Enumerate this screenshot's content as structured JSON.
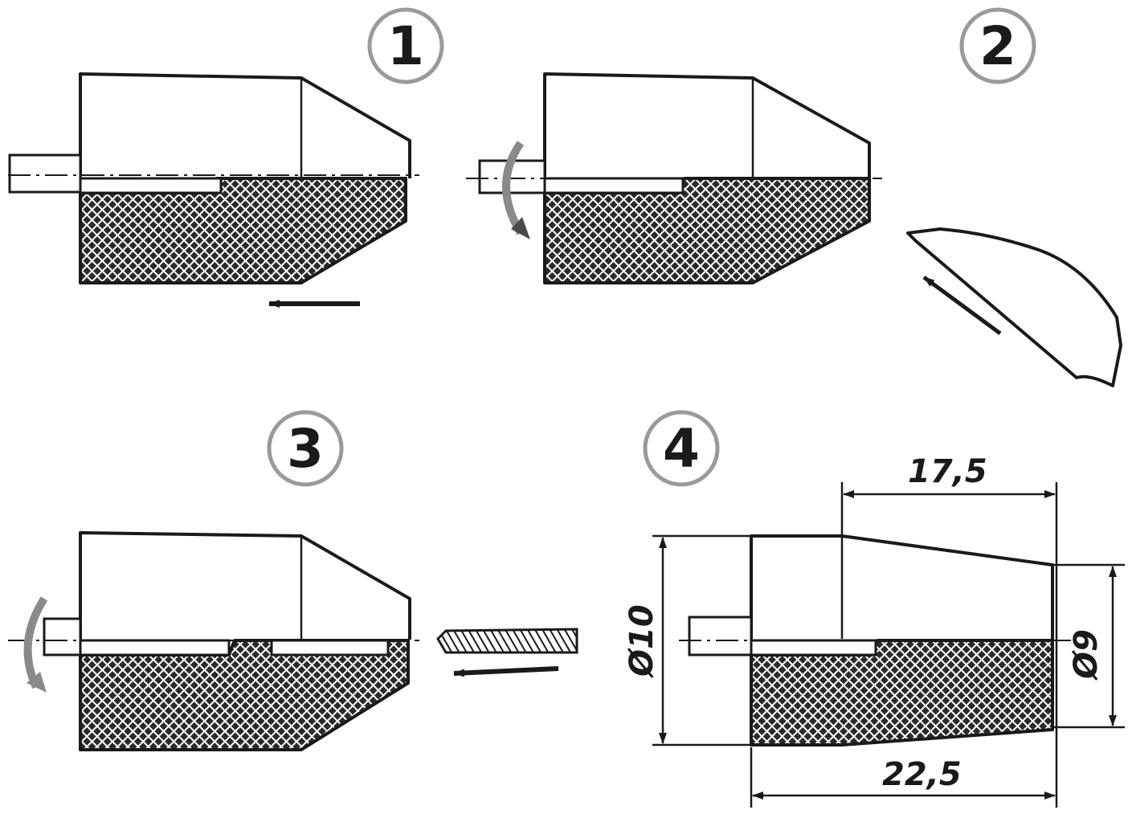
{
  "steps": [
    {
      "label": "1"
    },
    {
      "label": "2"
    },
    {
      "label": "3"
    },
    {
      "label": "4"
    }
  ],
  "dimensions": {
    "top_length": "17,5",
    "total_length": "22,5",
    "left_diameter": "Ø10",
    "right_diameter": "Ø9"
  },
  "colors": {
    "ink": "#1a1a1a",
    "circle": "#9a9a9a",
    "arrow_grey": "#8a8a8a"
  }
}
